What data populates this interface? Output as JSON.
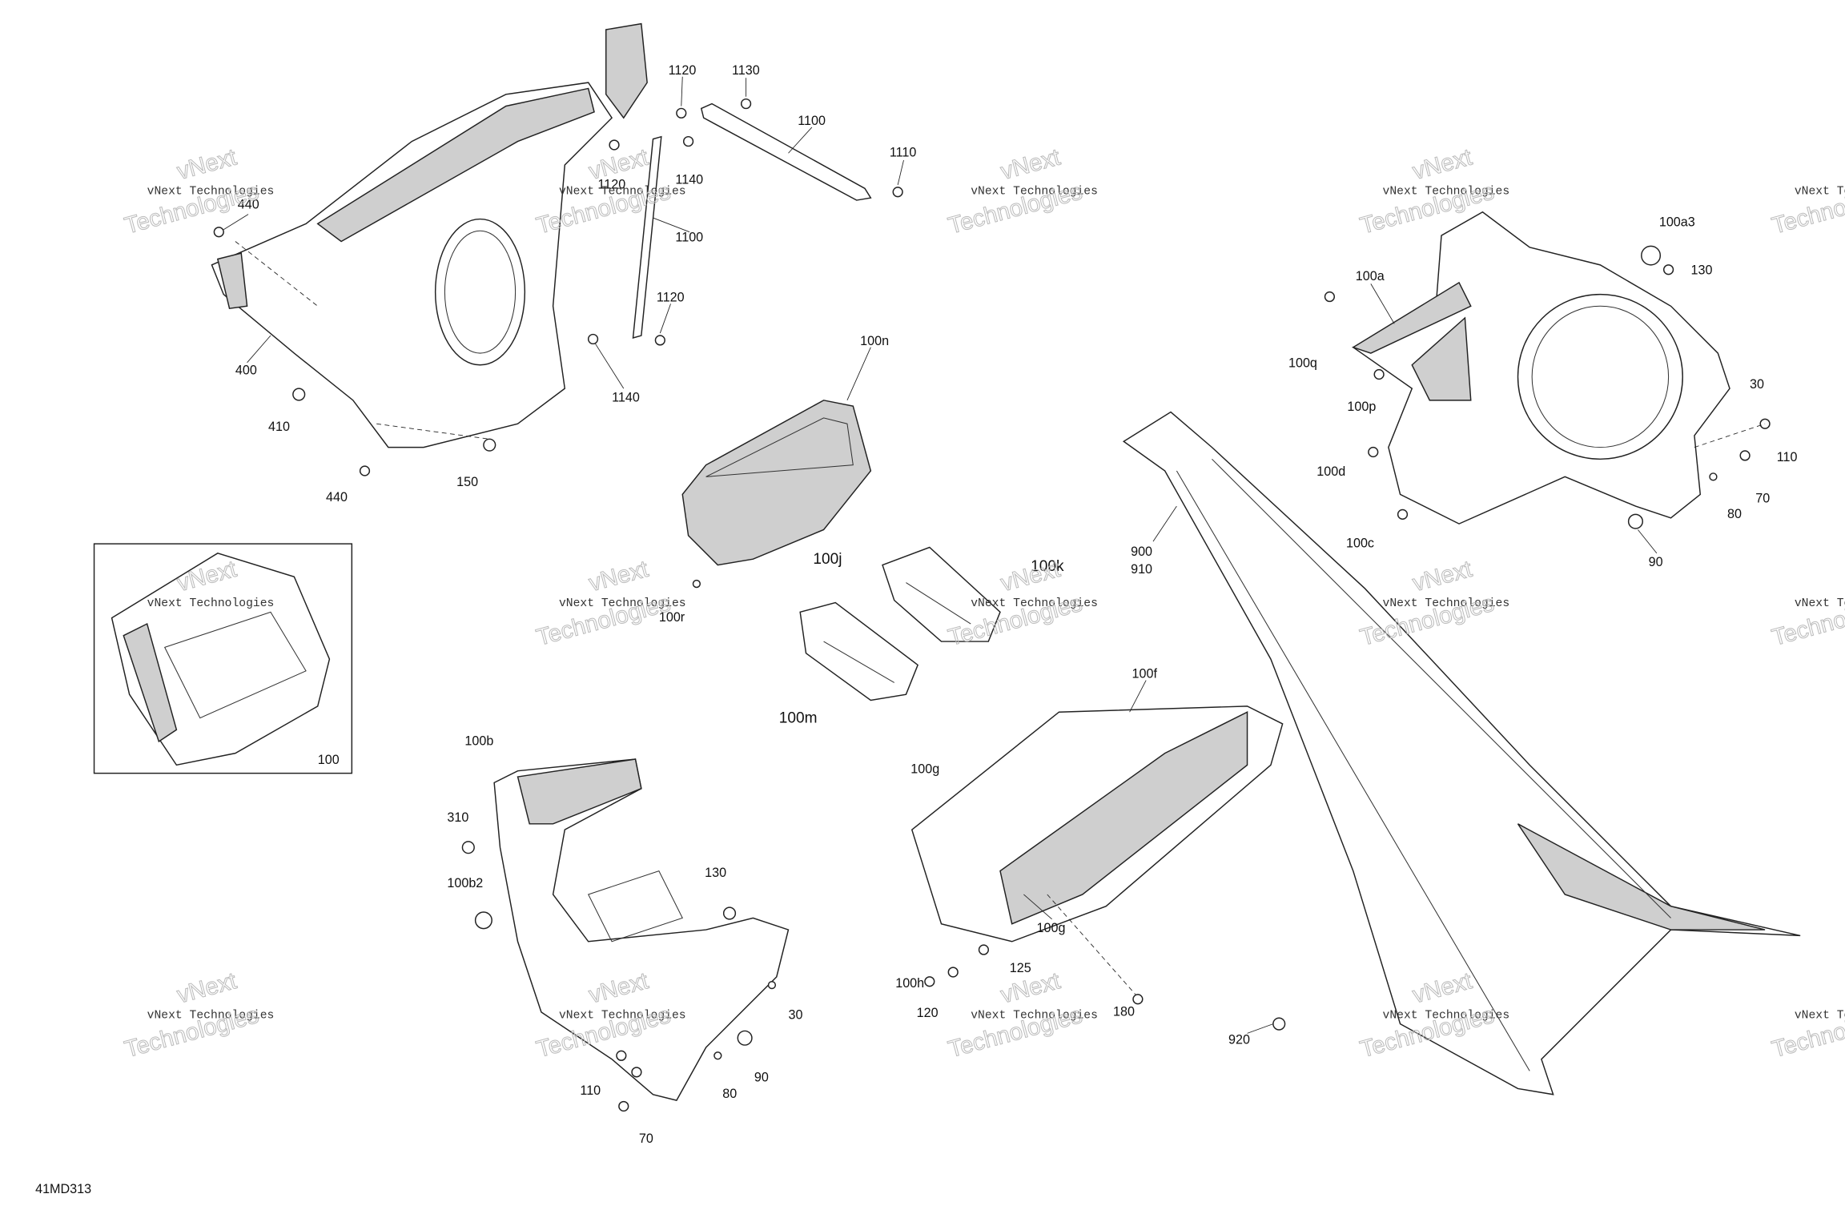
{
  "diagram": {
    "code": "41MD313",
    "watermark": "vNext Technologies",
    "watermark_line1": "vNext",
    "watermark_line2": "Technologies",
    "inset_label": "100",
    "labels": [
      {
        "id": "l1",
        "text": "1120"
      },
      {
        "id": "l2",
        "text": "1130"
      },
      {
        "id": "l3",
        "text": "1100"
      },
      {
        "id": "l4",
        "text": "1110"
      },
      {
        "id": "l5",
        "text": "1120"
      },
      {
        "id": "l6",
        "text": "1140"
      },
      {
        "id": "l7",
        "text": "1100"
      },
      {
        "id": "l8",
        "text": "1120"
      },
      {
        "id": "l9",
        "text": "1140"
      },
      {
        "id": "l10",
        "text": "440"
      },
      {
        "id": "l11",
        "text": "400"
      },
      {
        "id": "l12",
        "text": "410"
      },
      {
        "id": "l13",
        "text": "440"
      },
      {
        "id": "l14",
        "text": "150"
      },
      {
        "id": "l15",
        "text": "100n"
      },
      {
        "id": "l16",
        "text": "100r"
      },
      {
        "id": "l17",
        "text": "100j"
      },
      {
        "id": "l18",
        "text": "100k"
      },
      {
        "id": "l19",
        "text": "100m"
      },
      {
        "id": "l20",
        "text": "100b"
      },
      {
        "id": "l21",
        "text": "310"
      },
      {
        "id": "l22",
        "text": "100b2"
      },
      {
        "id": "l23",
        "text": "130"
      },
      {
        "id": "l24",
        "text": "30"
      },
      {
        "id": "l25",
        "text": "90"
      },
      {
        "id": "l26",
        "text": "80"
      },
      {
        "id": "l27",
        "text": "110"
      },
      {
        "id": "l28",
        "text": "70"
      },
      {
        "id": "l29",
        "text": "100f"
      },
      {
        "id": "l30",
        "text": "100g"
      },
      {
        "id": "l31",
        "text": "100g"
      },
      {
        "id": "l32",
        "text": "125"
      },
      {
        "id": "l33",
        "text": "100h"
      },
      {
        "id": "l34",
        "text": "120"
      },
      {
        "id": "l35",
        "text": "180"
      },
      {
        "id": "l36",
        "text": "900"
      },
      {
        "id": "l37",
        "text": "910"
      },
      {
        "id": "l38",
        "text": "920"
      },
      {
        "id": "l39",
        "text": "100a3"
      },
      {
        "id": "l40",
        "text": "100a"
      },
      {
        "id": "l41",
        "text": "130"
      },
      {
        "id": "l42",
        "text": "100q"
      },
      {
        "id": "l43",
        "text": "100p"
      },
      {
        "id": "l44",
        "text": "30"
      },
      {
        "id": "l45",
        "text": "110"
      },
      {
        "id": "l46",
        "text": "100d"
      },
      {
        "id": "l47",
        "text": "70"
      },
      {
        "id": "l48",
        "text": "80"
      },
      {
        "id": "l49",
        "text": "100c"
      },
      {
        "id": "l50",
        "text": "90"
      }
    ]
  }
}
